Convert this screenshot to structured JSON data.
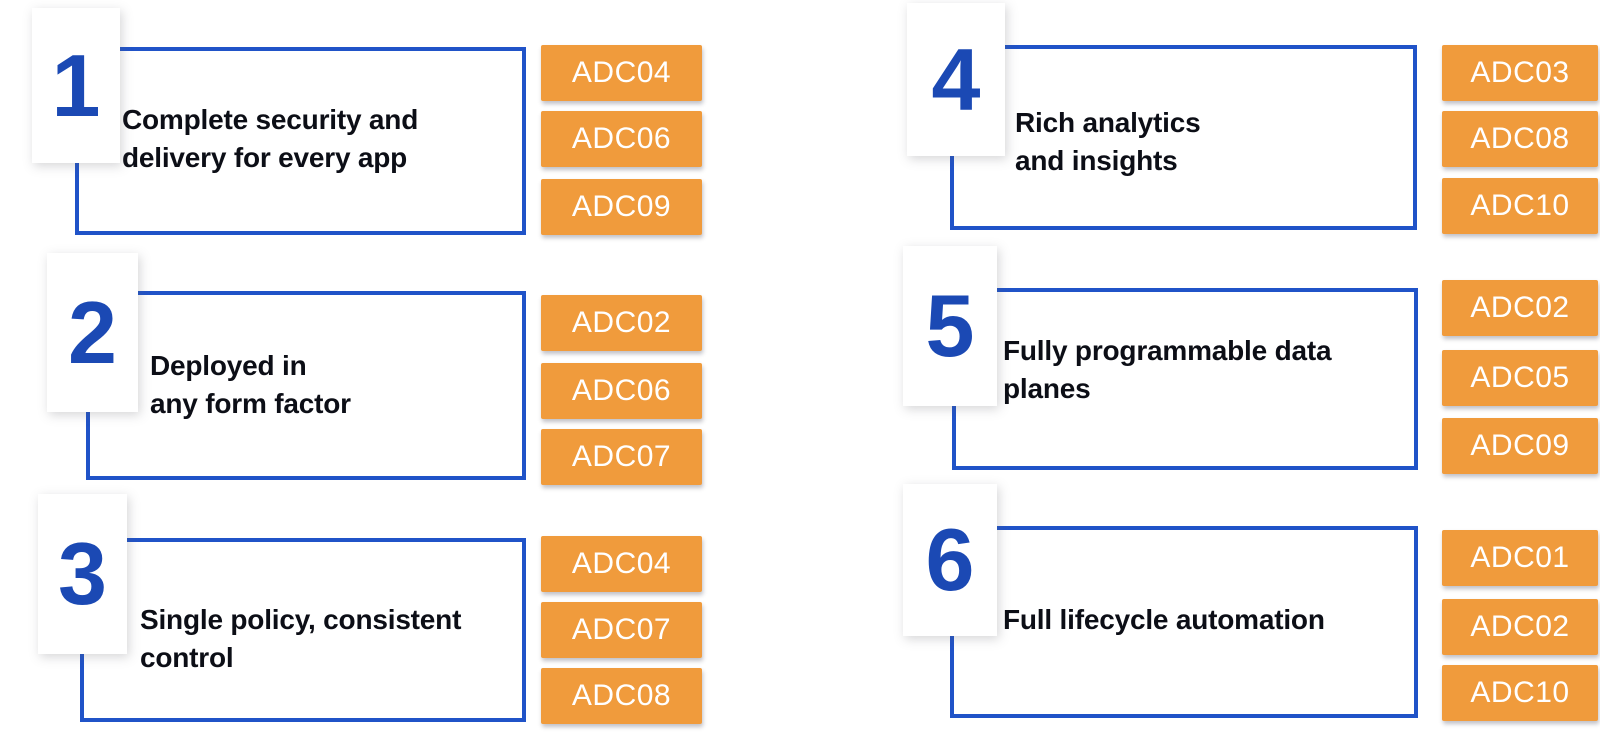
{
  "page": {
    "background": "#ffffff"
  },
  "colors": {
    "outline_blue": "#2053C8",
    "number_blue": "#1B49B4",
    "badge_orange": "#F09B3C",
    "badge_text": "#FFFFFF",
    "description_text": "#0C0E16",
    "number_card_bg": "#FFFFFF"
  },
  "blocks": [
    {
      "number": "1",
      "description": "Complete security and\ndelivery for every app",
      "badges": [
        "ADC04",
        "ADC06",
        "ADC09"
      ]
    },
    {
      "number": "2",
      "description": "Deployed in\nany form factor",
      "badges": [
        "ADC02",
        "ADC06",
        "ADC07"
      ]
    },
    {
      "number": "3",
      "description": "Single policy, consistent\ncontrol",
      "badges": [
        "ADC04",
        "ADC07",
        "ADC08"
      ]
    },
    {
      "number": "4",
      "description": "Rich analytics\nand insights",
      "badges": [
        "ADC03",
        "ADC08",
        "ADC10"
      ]
    },
    {
      "number": "5",
      "description": "Fully programmable data\nplanes",
      "badges": [
        "ADC02",
        "ADC05",
        "ADC09"
      ]
    },
    {
      "number": "6",
      "description": "Full lifecycle automation",
      "badges": [
        "ADC01",
        "ADC02",
        "ADC10"
      ]
    }
  ]
}
